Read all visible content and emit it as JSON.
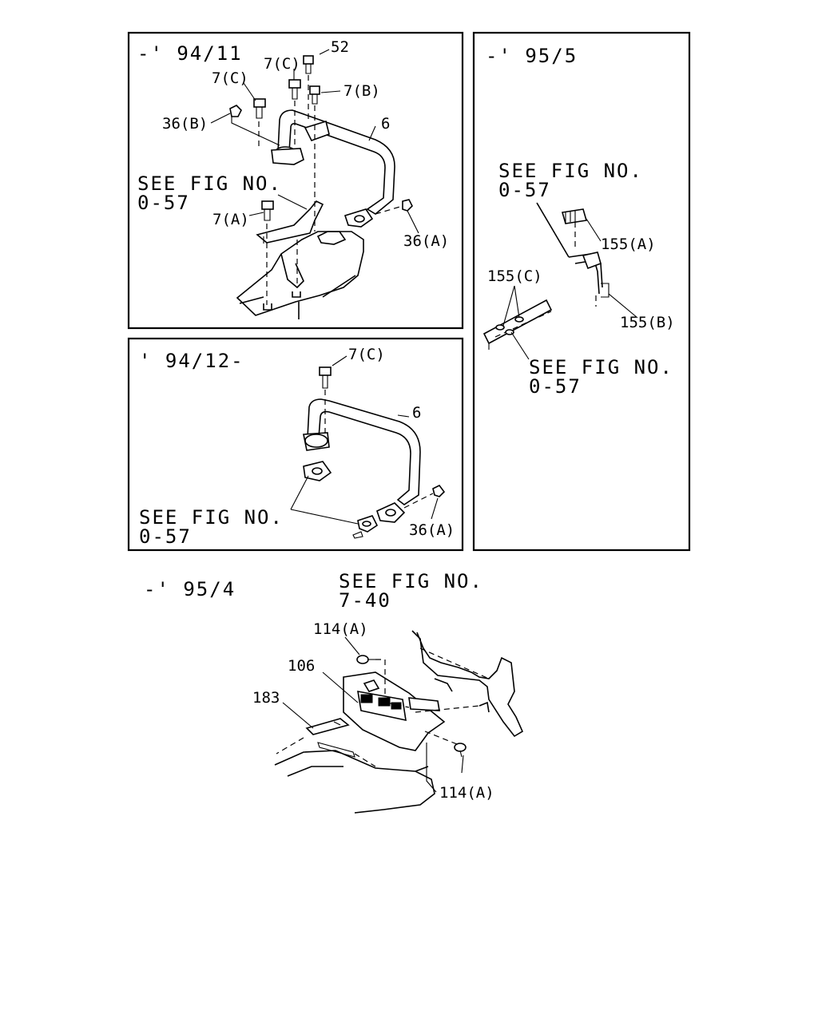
{
  "panels": {
    "top_left": {
      "date": "-' 94/11",
      "see_fig": [
        "SEE FIG NO.",
        "0-57"
      ],
      "callouts": {
        "c52": "52",
        "c7c_a": "7(C)",
        "c7c_b": "7(C)",
        "c7b": "7(B)",
        "c36b": "36(B)",
        "c6": "6",
        "c7a": "7(A)",
        "c36a": "36(A)"
      }
    },
    "right": {
      "date": "-' 95/5",
      "see_fig_1": [
        "SEE FIG NO.",
        "0-57"
      ],
      "see_fig_2": [
        "SEE FIG NO.",
        "0-57"
      ],
      "callouts": {
        "c155a": "155(A)",
        "c155c": "155(C)",
        "c155b": "155(B)"
      }
    },
    "middle_left": {
      "date": "' 94/12-",
      "see_fig": [
        "SEE FIG NO.",
        "0-57"
      ],
      "callouts": {
        "c7c": "7(C)",
        "c6": "6",
        "c36a": "36(A)"
      }
    },
    "bottom": {
      "date": "-' 95/4",
      "see_fig": [
        "SEE FIG NO.",
        "7-40"
      ],
      "callouts": {
        "c114a_top": "114(A)",
        "c106": "106",
        "c183": "183",
        "c114a_bot": "114(A)"
      }
    }
  }
}
